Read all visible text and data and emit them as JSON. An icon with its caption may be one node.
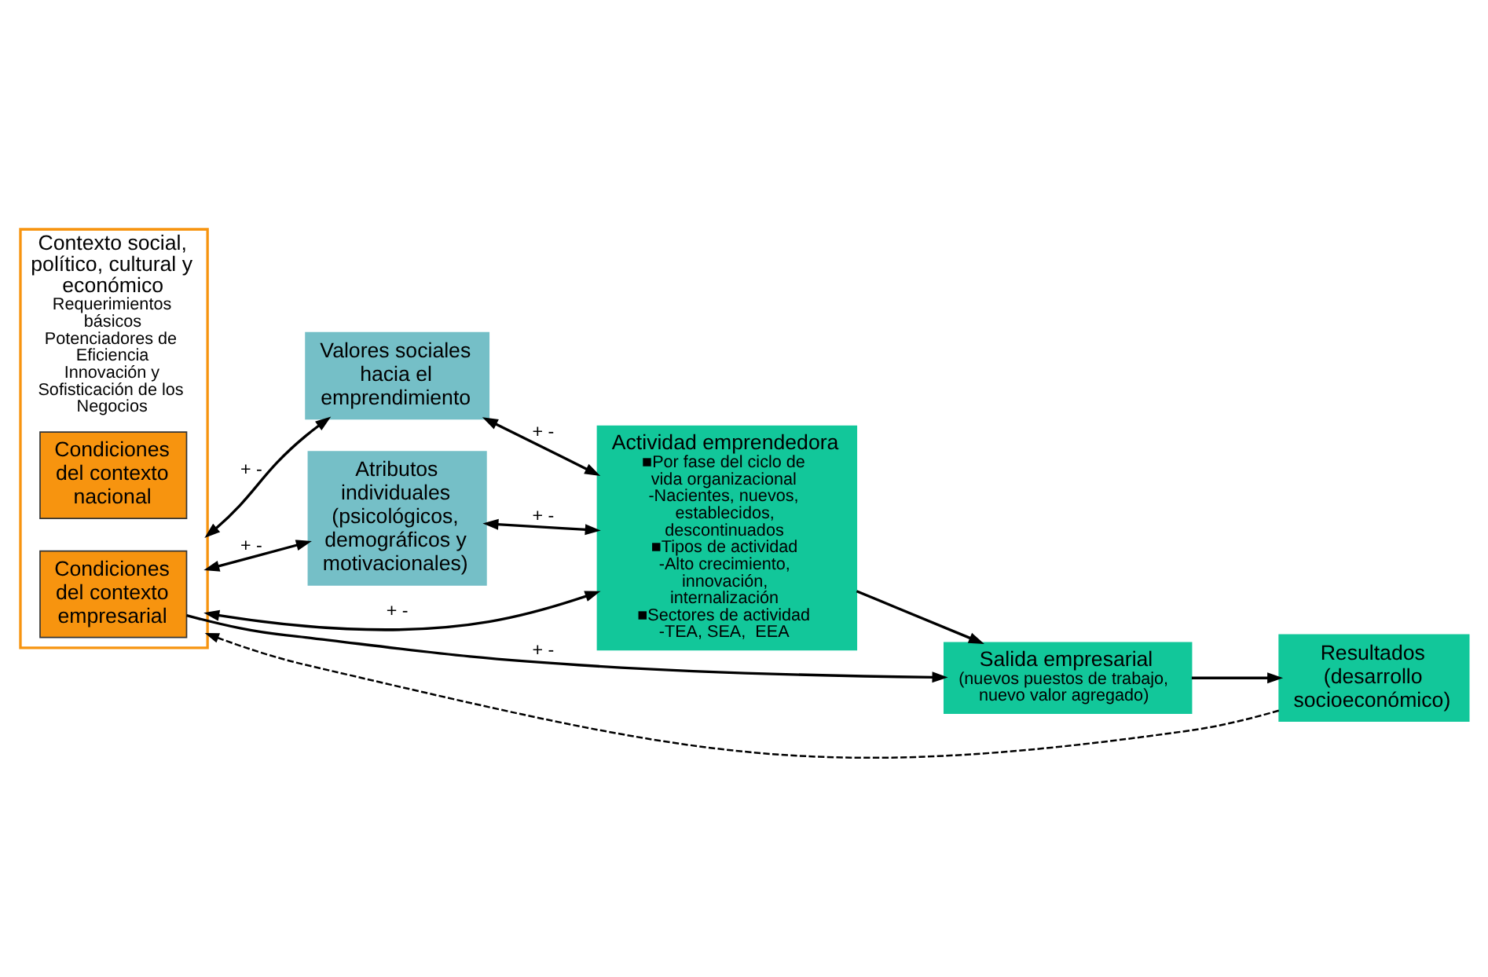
{
  "diagram": {
    "nodes": [
      {
        "text": [
          "Contexto social, político, cultural y económico",
          "Requerimientos básicos",
          "Potenciadores de Eficiencia",
          "Innovación y Sofisticación de los Negocios"
        ]
      },
      {
        "text": [
          "Condiciones del contexto nacional"
        ],
        "in": 0
      },
      {
        "text": [
          "Condiciones del contexto empresarial"
        ],
        "in": 0
      },
      {
        "text": [
          "Valores sociales hacia el emprendimiento"
        ]
      },
      {
        "text": [
          "Atributos individuales (psicológicos, demográficos y motivacionales)"
        ]
      },
      {
        "text": [
          "Actividad emprendedora",
          "■Por fase del ciclo de vida organizacional",
          "-Nacientes, nuevos, establecidos, descontinuados",
          "■Tipos de actividad",
          "-Alto crecimiento, innovación, internalización",
          "■Sectores de actividad",
          "-TEA, SEA,  EEA"
        ]
      },
      {
        "text": [
          "Salida empresarial",
          "(nuevos puestos de trabajo, nuevo valor agregado)"
        ]
      },
      {
        "text": [
          "Resultados (desarrollo socioeconómico)"
        ]
      }
    ],
    "edges": [
      {
        "from": 2,
        "to": 6,
        "arrow": "to",
        "label": "+ -"
      },
      {
        "from": 0,
        "to": 3,
        "arrow": "both",
        "label": "+ -"
      },
      {
        "from": 3,
        "to": 5,
        "arrow": "both",
        "label": "+ -"
      },
      {
        "from": 0,
        "to": 4,
        "arrow": "both",
        "label": "+ -"
      },
      {
        "from": 4,
        "to": 5,
        "arrow": "both",
        "label": "+ -"
      },
      {
        "from": 0,
        "to": 5,
        "arrow": "both",
        "label": "+ -"
      },
      {
        "from": 5,
        "to": 6,
        "arrow": "to"
      },
      {
        "from": 6,
        "to": 7,
        "arrow": "to"
      },
      {
        "from": 7,
        "to": 0,
        "arrow": "to",
        "style": "dashed"
      }
    ]
  }
}
